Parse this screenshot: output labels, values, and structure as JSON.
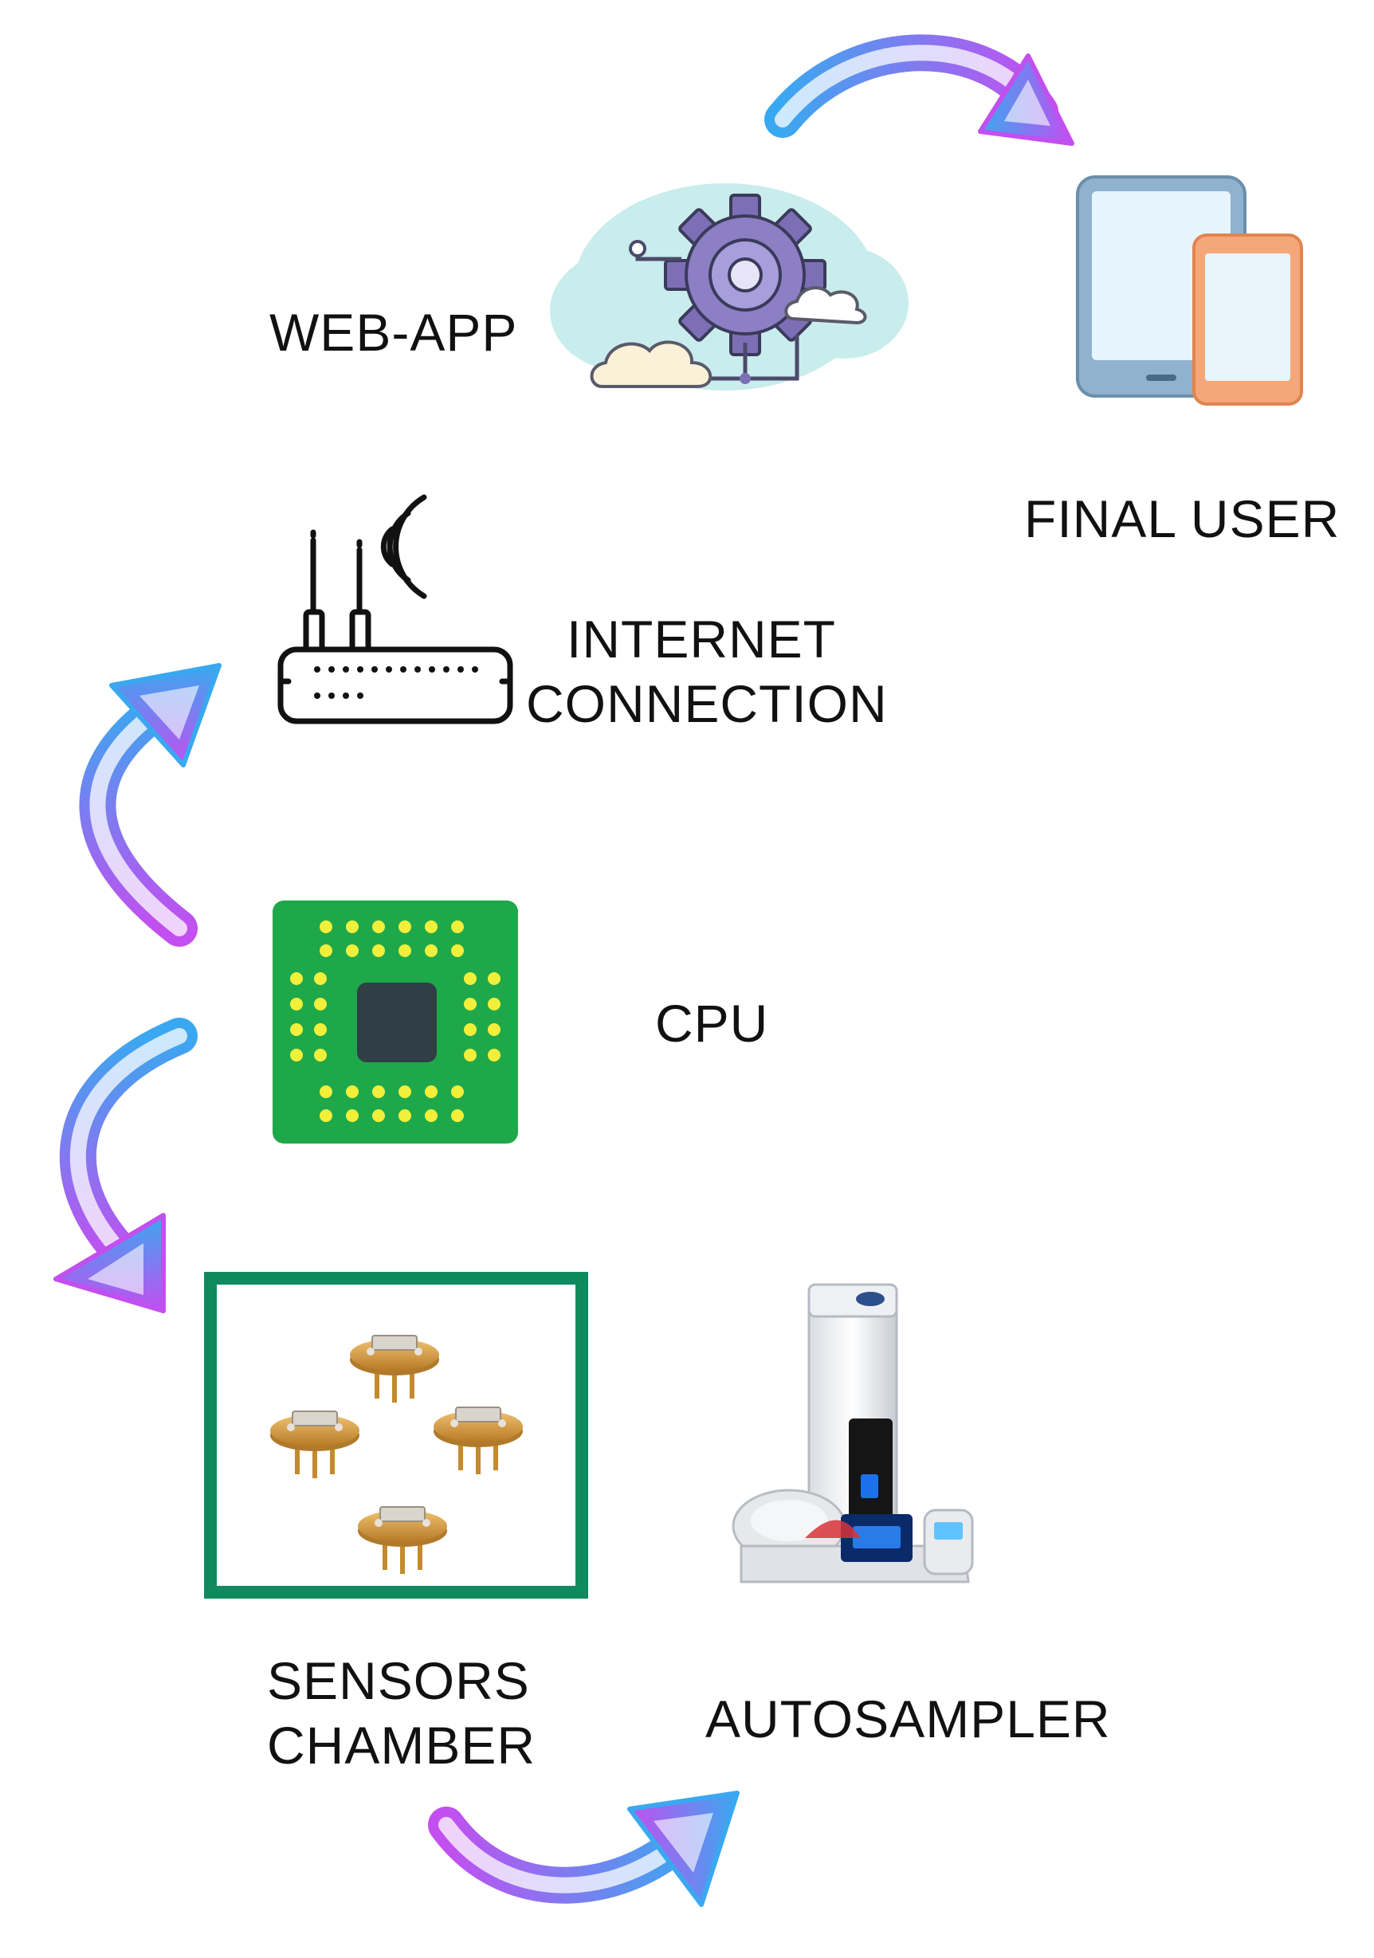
{
  "labels": {
    "web_app": "WEB-APP",
    "final_user": "FINAL USER",
    "internet_line1": "INTERNET",
    "internet_line2": "CONNECTION",
    "cpu": "CPU",
    "sensors_line1": "SENSORS",
    "sensors_line2": "CHAMBER",
    "autosampler": "AUTOSAMPLER"
  },
  "icons": {
    "web_app": "cloud-gear-icon",
    "final_user": "tablet-phone-icon",
    "internet": "wifi-router-icon",
    "cpu": "cpu-chip-icon",
    "sensors": "gas-sensors-icon",
    "autosampler": "autosampler-instrument-icon"
  },
  "colors": {
    "arrow_blue": "#3aa8f0",
    "arrow_violet": "#c24ff0",
    "chip_green": "#1fa84a",
    "chip_pins": "#f2ef3a",
    "chip_core": "#2f3f45",
    "chamber_border": "#0f8a5f",
    "sensor_gold": "#d19a3c",
    "tablet_blue": "#8fb2cf",
    "phone_orange": "#f6a77a",
    "cloud_teal": "#c9ecec",
    "gear_purple": "#7d6fb6"
  }
}
